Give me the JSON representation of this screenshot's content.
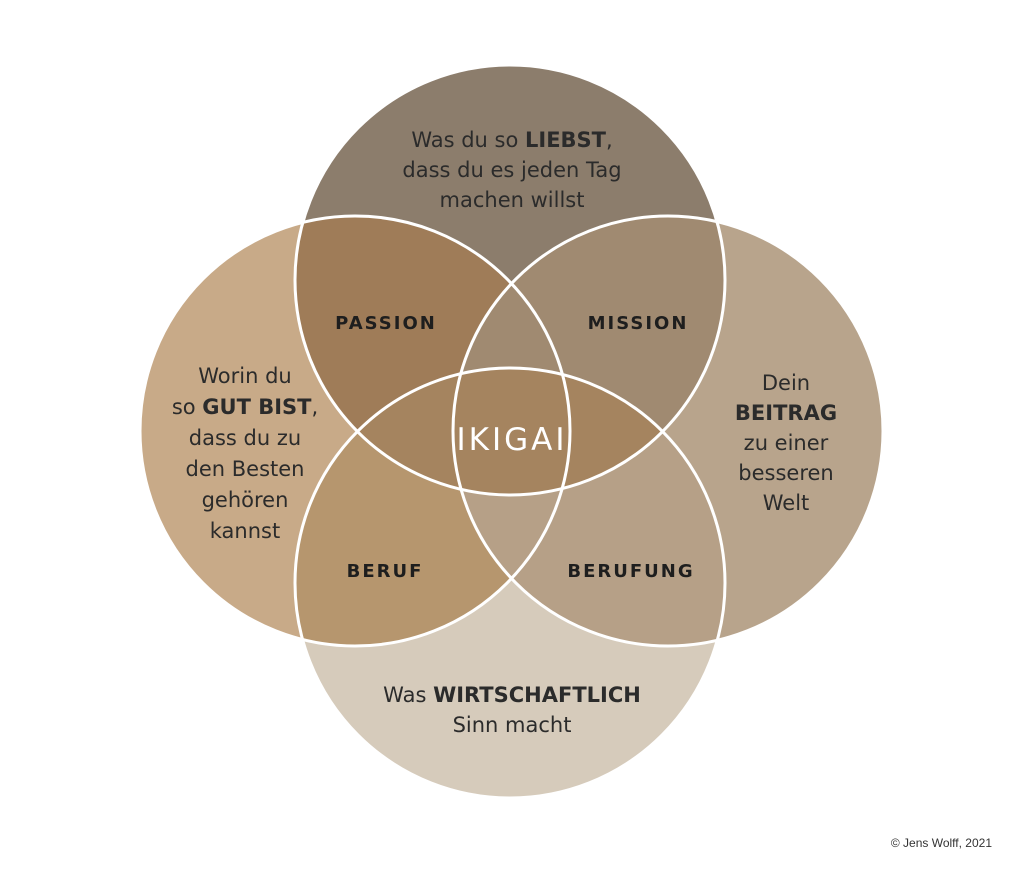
{
  "circles": {
    "top": {
      "fill": "#8c7d6c",
      "lines": [
        [
          {
            "text": "Was du so "
          },
          {
            "text": "LIEBST",
            "strong": true
          },
          {
            "text": ","
          }
        ],
        [
          {
            "text": "dass du es jeden Tag"
          }
        ],
        [
          {
            "text": "machen willst"
          }
        ]
      ]
    },
    "left": {
      "fill": "#c8aa88",
      "lines": [
        [
          {
            "text": "Worin du"
          }
        ],
        [
          {
            "text": "so "
          },
          {
            "text": "GUT BIST",
            "strong": true
          },
          {
            "text": ","
          }
        ],
        [
          {
            "text": "dass du zu"
          }
        ],
        [
          {
            "text": "den Besten"
          }
        ],
        [
          {
            "text": "gehören"
          }
        ],
        [
          {
            "text": "kannst"
          }
        ]
      ]
    },
    "right": {
      "fill": "#b8a48c",
      "lines": [
        [
          {
            "text": "Dein"
          }
        ],
        [
          {
            "text": "BEITRAG",
            "strong": true
          }
        ],
        [
          {
            "text": "zu einer"
          }
        ],
        [
          {
            "text": "besseren"
          }
        ],
        [
          {
            "text": "Welt"
          }
        ]
      ]
    },
    "bottom": {
      "fill": "#d6cbbb",
      "lines": [
        [
          {
            "text": "Was "
          },
          {
            "text": "WIRTSCHAFTLICH",
            "strong": true
          }
        ],
        [
          {
            "text": "Sinn macht"
          }
        ]
      ]
    }
  },
  "overlaps": {
    "passion": {
      "label": "PASSION",
      "fill": "#9f7c58"
    },
    "mission": {
      "label": "MISSION",
      "fill": "#a08a71"
    },
    "beruf": {
      "label": "BERUF",
      "fill": "#b6966e"
    },
    "berufung": {
      "label": "BERUFUNG",
      "fill": "#b6a087"
    }
  },
  "center": {
    "label": "IKIGAI",
    "fill": "#a5845f"
  },
  "copyright": "© Jens Wolff, 2021",
  "outline_color": "#ffffff"
}
